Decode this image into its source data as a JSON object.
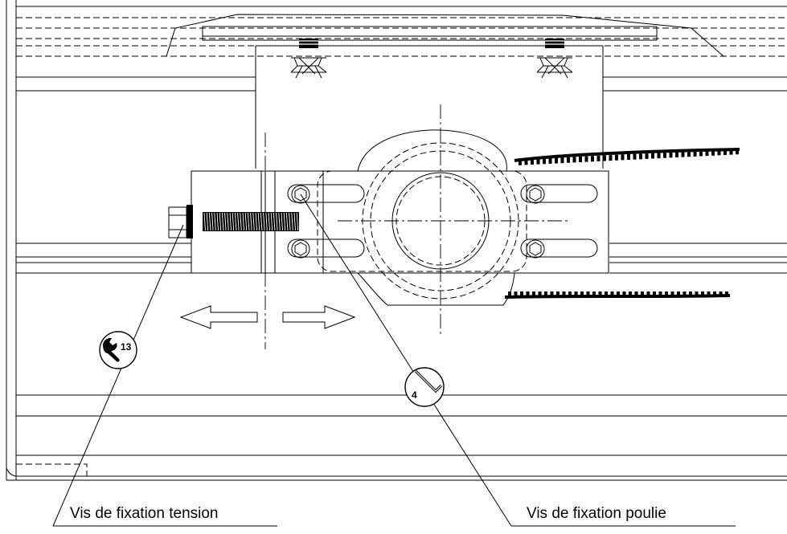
{
  "labels": {
    "left_callout": "Vis de fixation tension",
    "right_callout": "Vis de fixation poulie"
  },
  "badges": {
    "wrench_size": "13",
    "hex_key_size": "4"
  },
  "icons": {
    "left_badge": "wrench-icon",
    "right_badge": "hex-key-icon",
    "arrows": "double-direction-arrows-icon"
  },
  "colors": {
    "line": "#000000",
    "background": "#ffffff"
  }
}
